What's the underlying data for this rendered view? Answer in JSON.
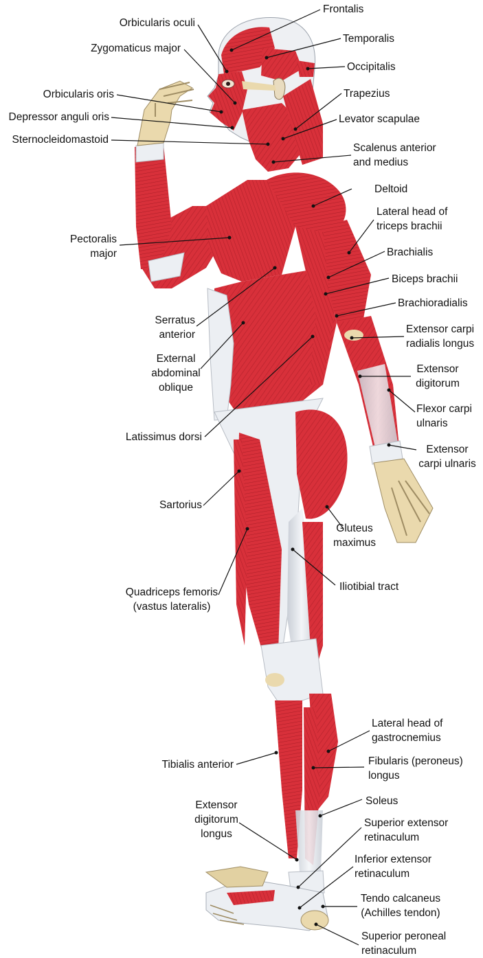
{
  "colors": {
    "muscle": "#d8303a",
    "muscle_dark": "#a81c26",
    "muscle_light": "#ea5a60",
    "tendon": "#eceff3",
    "tendon_shade": "#c9ced6",
    "bone": "#e8d7a8",
    "leader": "#111111"
  },
  "labels": {
    "frontalis": [
      "Frontalis"
    ],
    "orbicularis_oculi": [
      "Orbicularis oculi"
    ],
    "temporalis": [
      "Temporalis"
    ],
    "zygomaticus_major": [
      "Zygomaticus major"
    ],
    "occipitalis": [
      "Occipitalis"
    ],
    "orbicularis_oris": [
      "Orbicularis oris"
    ],
    "trapezius": [
      "Trapezius"
    ],
    "depressor_anguli_oris": [
      "Depressor anguli oris"
    ],
    "levator_scapulae": [
      "Levator scapulae"
    ],
    "sternocleidomastoid": [
      "Sternocleidomastoid"
    ],
    "scalenus": [
      "Scalenus anterior",
      "and medius"
    ],
    "deltoid": [
      "Deltoid"
    ],
    "lateral_head_triceps": [
      "Lateral head of",
      "triceps brachii"
    ],
    "pectoralis_major": [
      "Pectoralis",
      "major"
    ],
    "brachialis": [
      "Brachialis"
    ],
    "biceps_brachii": [
      "Biceps brachii"
    ],
    "brachioradialis": [
      "Brachioradialis"
    ],
    "serratus_anterior": [
      "Serratus",
      "anterior"
    ],
    "extensor_carpi_radialis_longus": [
      "Extensor carpi",
      "radialis longus"
    ],
    "external_abdominal_oblique": [
      "External",
      "abdominal",
      "oblique"
    ],
    "extensor_digitorum": [
      "Extensor",
      "digitorum"
    ],
    "flexor_carpi_ulnaris": [
      "Flexor carpi",
      "ulnaris"
    ],
    "latissimus_dorsi": [
      "Latissimus dorsi"
    ],
    "extensor_carpi_ulnaris": [
      "Extensor",
      "carpi ulnaris"
    ],
    "sartorius": [
      "Sartorius"
    ],
    "gluteus_maximus": [
      "Gluteus",
      "maximus"
    ],
    "iliotibial_tract": [
      "Iliotibial tract"
    ],
    "quadriceps_femoris": [
      "Quadriceps femoris",
      "(vastus lateralis)"
    ],
    "lateral_head_gastrocnemius": [
      "Lateral head of",
      "gastrocnemius"
    ],
    "tibialis_anterior": [
      "Tibialis anterior"
    ],
    "fibularis_longus": [
      "Fibularis (peroneus)",
      "longus"
    ],
    "soleus": [
      "Soleus"
    ],
    "extensor_digitorum_longus": [
      "Extensor",
      "digitorum",
      "longus"
    ],
    "superior_extensor_retinaculum": [
      "Superior extensor",
      "retinaculum"
    ],
    "inferior_extensor_retinaculum": [
      "Inferior extensor",
      "retinaculum"
    ],
    "tendo_calcaneus": [
      "Tendo calcaneus",
      "(Achilles tendon)"
    ],
    "superior_peroneal_retinaculum": [
      "Superior peroneal",
      "retinaculum"
    ]
  },
  "illustration": {
    "subject": "human-muscular-system-lateral-view",
    "icon": "anatomy-figure-icon"
  }
}
